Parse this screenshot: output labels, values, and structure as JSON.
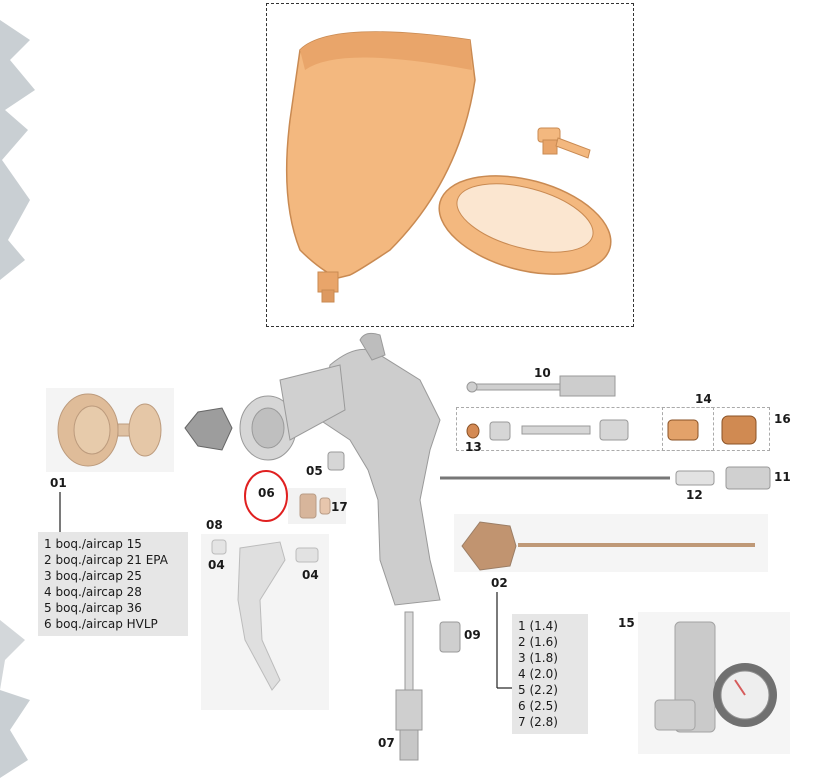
{
  "callouts": {
    "p01": "01",
    "p02": "02",
    "p04a": "04",
    "p04b": "04",
    "p05": "05",
    "p06": "06",
    "p07": "07",
    "p08": "08",
    "p09": "09",
    "p10": "10",
    "p11": "11",
    "p12": "12",
    "p13": "13",
    "p14": "14",
    "p15": "15",
    "p16": "16",
    "p17": "17"
  },
  "aircap_legend": [
    "1 boq./aircap 15",
    "2 boq./aircap 21 EPA",
    "3 boq./aircap 25",
    "4 boq./aircap 28",
    "5 boq./aircap 36",
    "6 boq./aircap HVLP"
  ],
  "nozzle_legend": [
    "1  (1.4)",
    "2  (1.6)",
    "3  (1.8)",
    "4  (2.0)",
    "5  (2.2)",
    "6  (2.5)",
    "7  (2.8)"
  ],
  "colors": {
    "orange": "#f0b985",
    "orange_dark": "#c98a52",
    "bronze": "#b06a2a",
    "grey_part": "#c8c8c8",
    "highlight_circle": "#e02020"
  }
}
